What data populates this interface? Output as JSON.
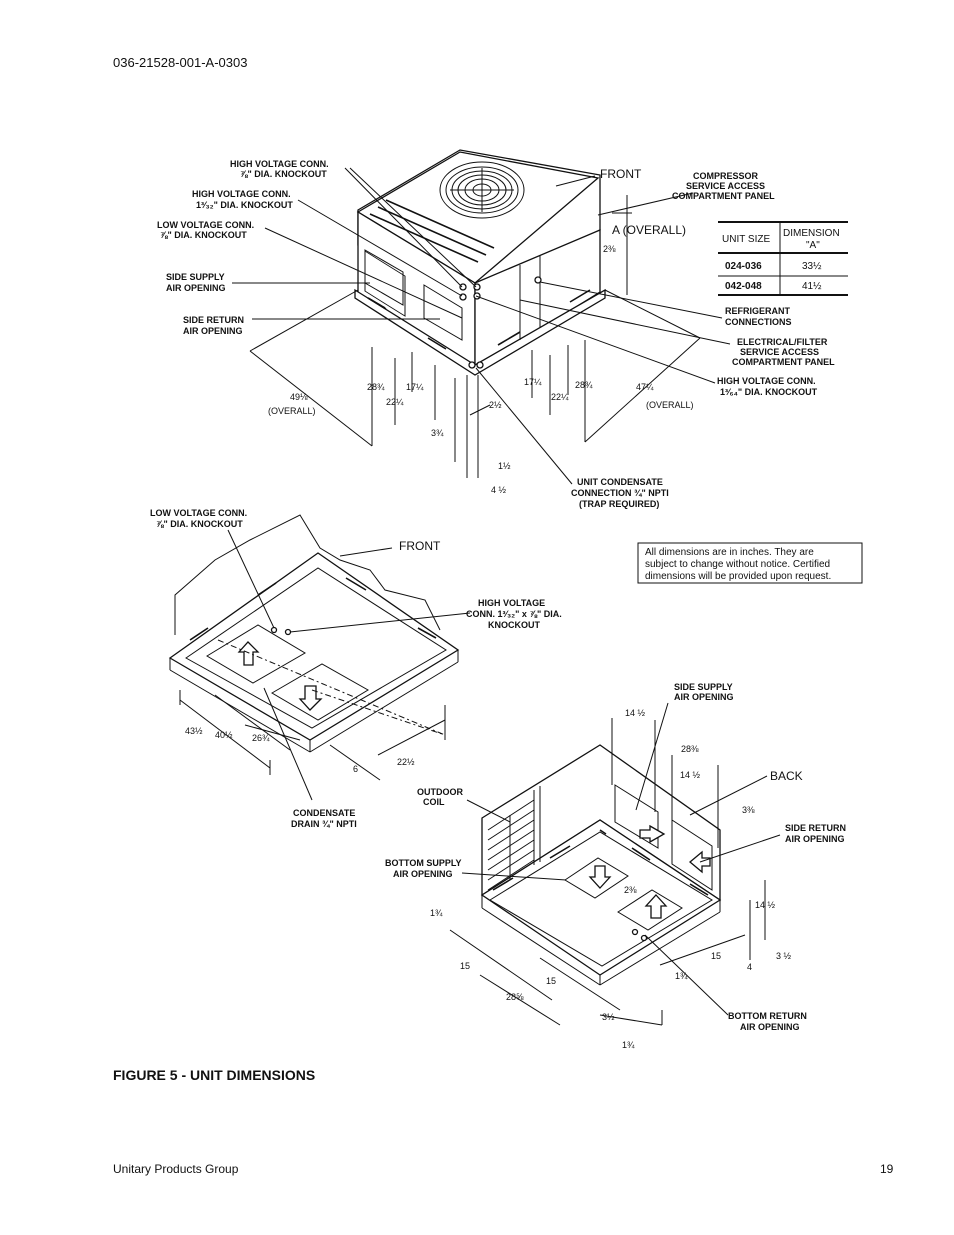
{
  "header": {
    "doc_number": "036-21528-001-A-0303"
  },
  "figure": {
    "caption": "FIGURE 5 - UNIT DIMENSIONS",
    "top_view": {
      "labels": {
        "hv_conn_78": [
          "HIGH VOLTAGE CONN.",
          "⅞\" DIA. KNOCKOUT"
        ],
        "hv_conn_1": [
          "HIGH VOLTAGE CONN.",
          "1³⁄₃₂\" DIA. KNOCKOUT"
        ],
        "lv_conn": [
          "LOW VOLTAGE CONN.",
          "⅞\" DIA. KNOCKOUT"
        ],
        "side_supply": [
          "SIDE SUPPLY",
          "AIR OPENING"
        ],
        "side_return": [
          "SIDE RETURN",
          "AIR OPENING"
        ],
        "front": "FRONT",
        "compressor": [
          "COMPRESSOR",
          "SERVICE ACCESS",
          "COMPARTMENT PANEL"
        ],
        "a_overall": "A  (OVERALL)",
        "refrigerant": [
          "REFRIGERANT",
          "CONNECTIONS"
        ],
        "elec_filter": [
          "ELECTRICAL/FILTER",
          "SERVICE ACCESS",
          "COMPARTMENT PANEL"
        ],
        "hv_conn_164": [
          "HIGH VOLTAGE CONN.",
          "1³⁄₆₄\" DIA. KNOCKOUT"
        ],
        "condensate": [
          "UNIT CONDENSATE",
          "CONNECTION ¾\" NPTI",
          "(TRAP REQUIRED)"
        ]
      },
      "dims": {
        "d2_38": "2⅜",
        "d28_34a": "28¾",
        "d17_14a": "17¼",
        "d22_14a": "22¼",
        "d49_18": "49⅛",
        "overall_l": "(OVERALL)",
        "d3_34": "3¾",
        "d2_12": "2½",
        "d17_14b": "17¼",
        "d28_34b": "28¾",
        "d22_14b": "22¼",
        "d47_14": "47¼",
        "overall_r": "(OVERALL)",
        "d1_12": "1½",
        "d4_12": "4 ½"
      },
      "table": {
        "headers": [
          "UNIT SIZE",
          "DIMENSION",
          "\"A\""
        ],
        "rows": [
          [
            "024-036",
            "33½"
          ],
          [
            "042-048",
            "41½"
          ]
        ]
      }
    },
    "bottom_view": {
      "labels": {
        "lv_conn": [
          "LOW VOLTAGE CONN.",
          "⅞\" DIA. KNOCKOUT"
        ],
        "front": "FRONT",
        "hv_conn": [
          "HIGH VOLTAGE",
          "CONN. 1³⁄₃₂\" x ⅞\" DIA.",
          "KNOCKOUT"
        ],
        "condensate_drain": [
          "CONDENSATE",
          "DRAIN ¾\" NPTI"
        ]
      },
      "dims": {
        "d43_12": "43½",
        "d40_12": "40½",
        "d26_34": "26¾",
        "d22_12": "22½",
        "d6": "6"
      }
    },
    "note": [
      "All dimensions are in inches. They are",
      "subject to change without notice. Certified",
      "dimensions will be provided upon request."
    ],
    "rear_view": {
      "labels": {
        "side_supply": [
          "SIDE SUPPLY",
          "AIR OPENING"
        ],
        "back": "BACK",
        "outdoor_coil": [
          "OUTDOOR",
          "COIL"
        ],
        "side_return": [
          "SIDE RETURN",
          "AIR OPENING"
        ],
        "bottom_supply": [
          "BOTTOM SUPPLY",
          "AIR OPENING"
        ],
        "bottom_return": [
          "BOTTOM RETURN",
          "AIR OPENING"
        ]
      },
      "dims": {
        "d14_12a": "14 ½",
        "d28_38": "28⅜",
        "d14_12b": "14 ½",
        "d3_38": "3⅜",
        "d2_38": "2⅜",
        "d14_12c": "14 ½",
        "d1_34a": "1¾",
        "d15a": "15",
        "d15b": "15",
        "d15c": "15",
        "d4": "4",
        "d3_12a": "3 ½",
        "d1_34b": "1¾",
        "d28_58": "28⅝",
        "d3_12b": "3½",
        "d1_34c": "1¾"
      }
    }
  },
  "footer": {
    "company": "Unitary Products Group",
    "page_number": "19"
  }
}
